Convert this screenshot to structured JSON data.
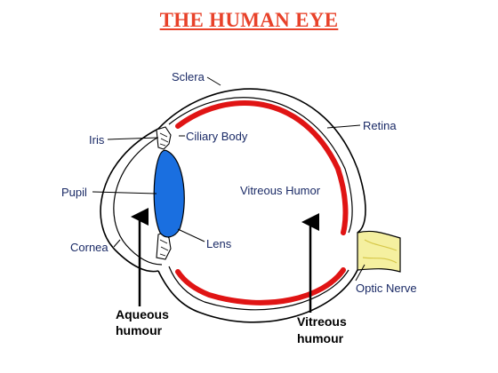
{
  "title": "THE HUMAN EYE",
  "labels": {
    "sclera": "Sclera",
    "retina": "Retina",
    "iris": "Iris",
    "ciliary_body": "Ciliary Body",
    "pupil": "Pupil",
    "vitreous_humor": "Vitreous Humor",
    "cornea": "Cornea",
    "lens": "Lens",
    "optic_nerve": "Optic Nerve",
    "aqueous_humour_line1": "Aqueous",
    "aqueous_humour_line2": "humour",
    "vitreous_humour_line1": "Vitreous",
    "vitreous_humour_line2": "humour"
  },
  "colors": {
    "title": "#e8422a",
    "retina": "#e01414",
    "lens": "#1a6fe0",
    "optic_nerve": "#f5f0a0",
    "outline": "#000000",
    "label_text": "#1a2a66"
  }
}
